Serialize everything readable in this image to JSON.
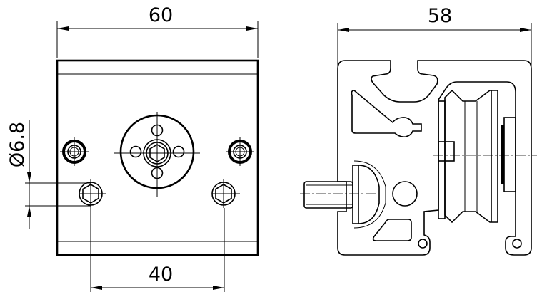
{
  "drawing": {
    "front_view": {
      "width_dimension": "60",
      "hole_spacing_dimension": "40",
      "hole_diameter_dimension": "Ø6.8"
    },
    "side_view": {
      "width_dimension": "58"
    }
  }
}
